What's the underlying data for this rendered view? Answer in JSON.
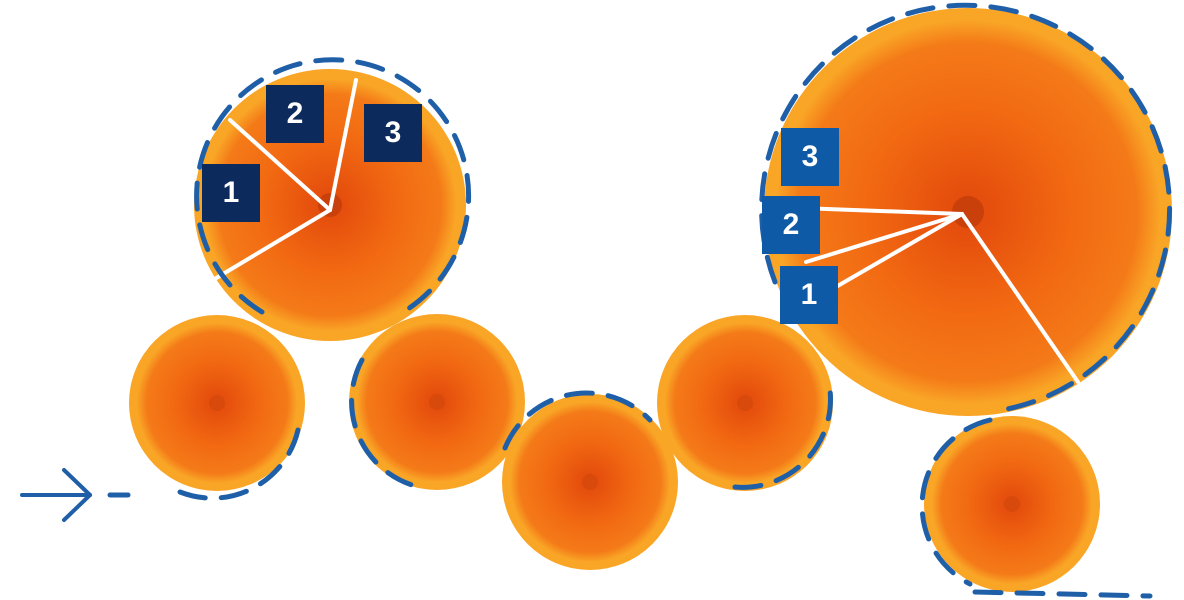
{
  "colors": {
    "orange_outer": "#f7a020",
    "orange_flesh": "#f26a12",
    "orange_core": "#e04e0c",
    "segment_line": "#ffffff",
    "dash_blue": "#1f5fa8",
    "badge_dark": "#0d2a5c",
    "badge_light": "#0f5aa6"
  },
  "left_labels": [
    "1",
    "2",
    "3"
  ],
  "right_labels": [
    "3",
    "2",
    "1"
  ],
  "icons": {
    "start_arrow": "arrow-right-icon"
  }
}
